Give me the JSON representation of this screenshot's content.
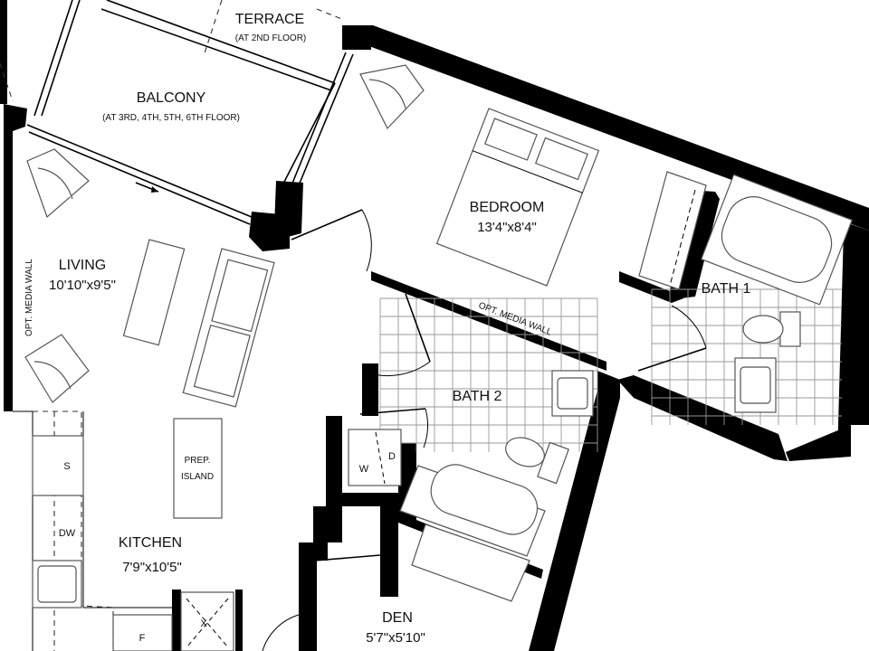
{
  "rooms": {
    "terrace": {
      "name": "TERRACE",
      "note": "(AT 2ND FLOOR)"
    },
    "balcony": {
      "name": "BALCONY",
      "note": "(AT 3RD, 4TH, 5TH, 6TH FLOOR)"
    },
    "bedroom": {
      "name": "BEDROOM",
      "dims": "13'4\"x8'4\""
    },
    "living": {
      "name": "LIVING",
      "dims": "10'10\"x9'5\""
    },
    "bath1": {
      "name": "BATH 1"
    },
    "bath2": {
      "name": "BATH 2"
    },
    "kitchen": {
      "name": "KITCHEN",
      "dims": "7'9\"x10'5\""
    },
    "den": {
      "name": "DEN",
      "dims": "5'7\"x5'10\""
    }
  },
  "notes": {
    "media_wall_living": "OPT. MEDIA WALL",
    "media_wall_bedroom": "OPT. MEDIA WALL",
    "prep_island_line1": "PREP.",
    "prep_island_line2": "ISLAND"
  },
  "appliances": {
    "stove": "S",
    "dishwasher": "DW",
    "fridge": "F",
    "washer": "W",
    "dryer": "D",
    "closet_mark": "X"
  }
}
